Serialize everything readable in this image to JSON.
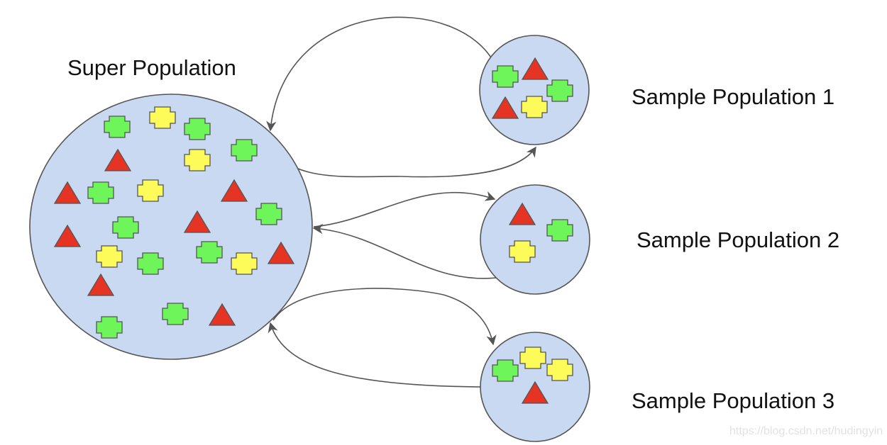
{
  "labels": {
    "super": "Super Population",
    "sample1": "Sample Population 1",
    "sample2": "Sample Population 2",
    "sample3": "Sample Population 3"
  },
  "watermark": "https://blog.csdn.net/hudingyin",
  "colors": {
    "circle_fill": "#c9d9f2",
    "stroke": "#555555",
    "green": "#6ef55a",
    "yellow": "#fdfb5a",
    "red": "#e53424"
  }
}
